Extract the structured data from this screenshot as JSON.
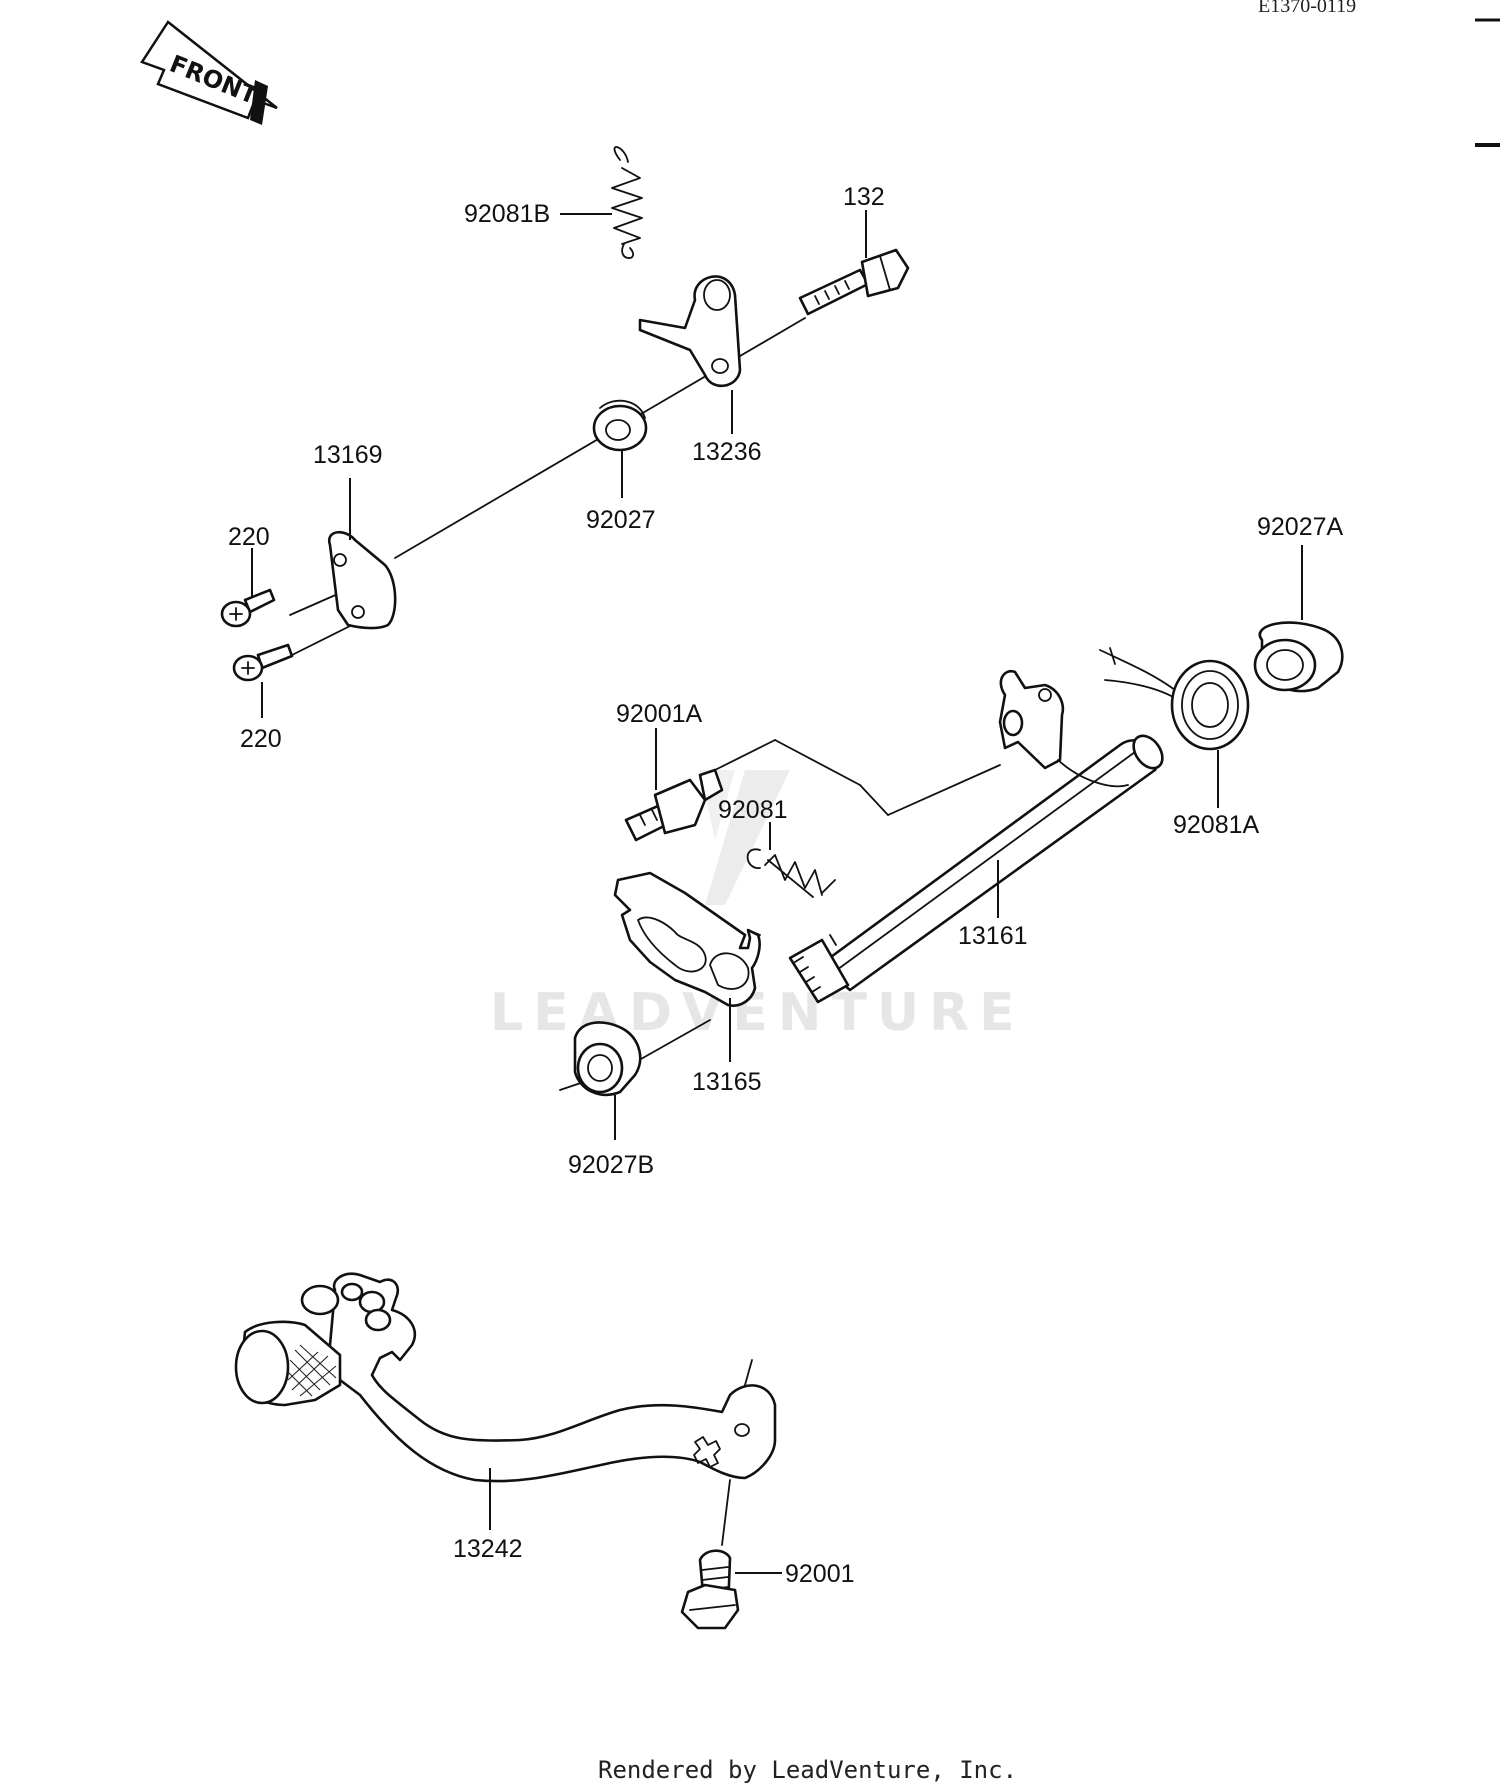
{
  "diagram_code": "E1370-0119",
  "direction_badge": "FRONT",
  "watermark": "LEADVENTURE",
  "footer": "Rendered by LeadVenture, Inc.",
  "colors": {
    "ink": "#111111",
    "watermark": "#e6e6e6",
    "background": "#ffffff"
  },
  "parts": {
    "p92081B": "92081B",
    "p132": "132",
    "p13236": "13236",
    "p13169": "13169",
    "p92027": "92027",
    "p220a": "220",
    "p220b": "220",
    "p92027A": "92027A",
    "p92001A": "92001A",
    "p92081": "92081",
    "p92081A": "92081A",
    "p13161": "13161",
    "p13165": "13165",
    "p92027B": "92027B",
    "p13242": "13242",
    "p92001": "92001"
  }
}
